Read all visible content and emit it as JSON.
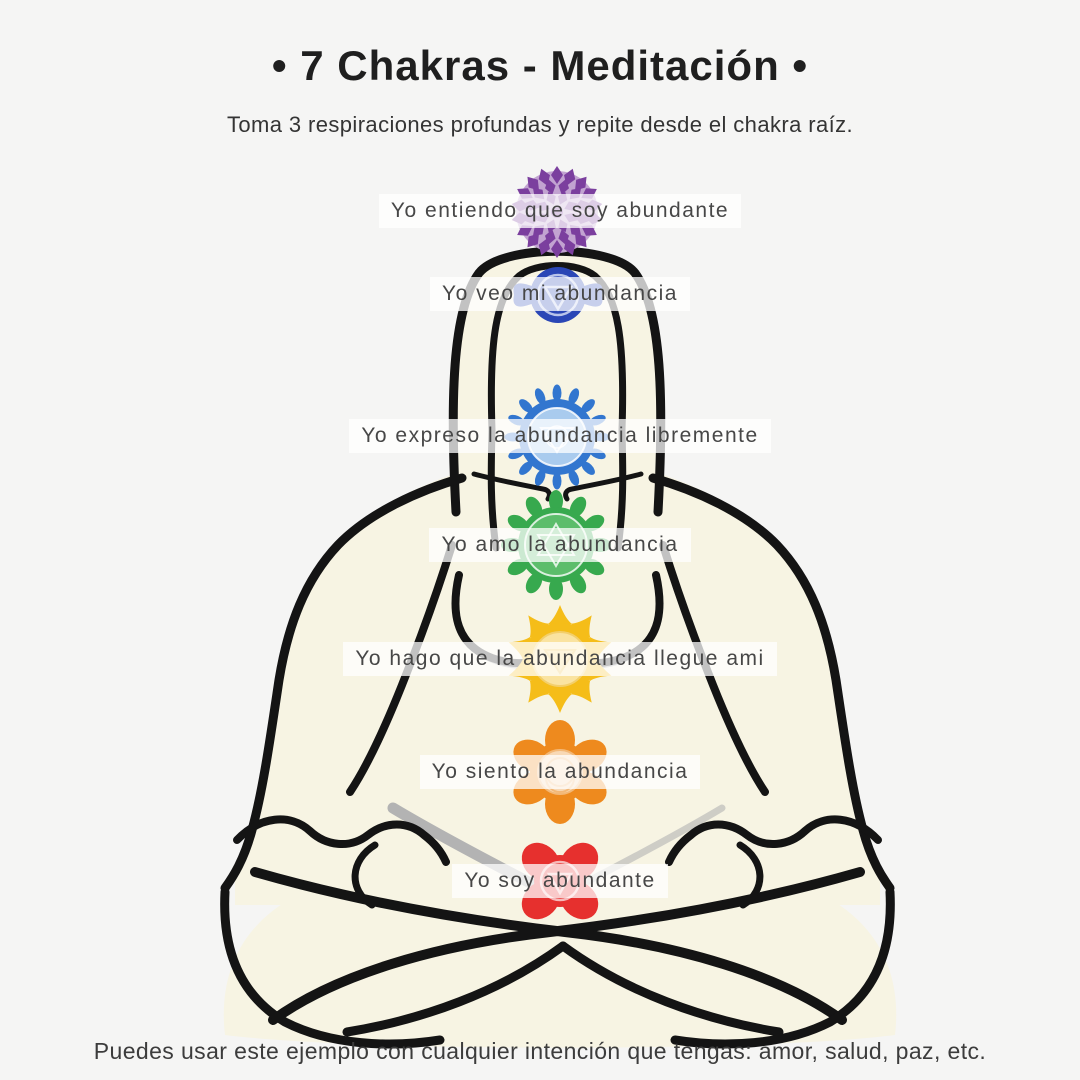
{
  "header": {
    "title": "• 7 Chakras - Meditación •",
    "subtitle": "Toma 3 respiraciones profundas y repite desde el chakra raíz."
  },
  "footer": {
    "text": "Puedes usar este ejemplo con cualquier intención que tengas: amor, salud, paz, etc."
  },
  "chakras": [
    {
      "icon": "crown-chakra-icon",
      "affirmation": "Yo entiendo que soy abundante",
      "color": "#7b3f9e"
    },
    {
      "icon": "third-eye-chakra-icon",
      "affirmation": "Yo veo mi abundancia",
      "color": "#2a46b6"
    },
    {
      "icon": "throat-chakra-icon",
      "affirmation": "Yo expreso la abundancia libremente",
      "color": "#3276cf"
    },
    {
      "icon": "heart-chakra-icon",
      "affirmation": "Yo amo la abundancia",
      "color": "#37a94e"
    },
    {
      "icon": "solar-plexus-chakra-icon",
      "affirmation": "Yo hago que la abundancia llegue ami",
      "color": "#f5bd19"
    },
    {
      "icon": "sacral-chakra-icon",
      "affirmation": "Yo siento la abundancia",
      "color": "#ee8a1e"
    },
    {
      "icon": "root-chakra-icon",
      "affirmation": "Yo soy abundante",
      "color": "#e6302e"
    }
  ],
  "colors": {
    "background": "#f5f5f4",
    "body_fill": "#f7f4e3",
    "outline": "#141414",
    "label_band": "rgba(255,255,255,0.74)",
    "label_text": "#474747",
    "title_text": "#1f1f1f"
  }
}
